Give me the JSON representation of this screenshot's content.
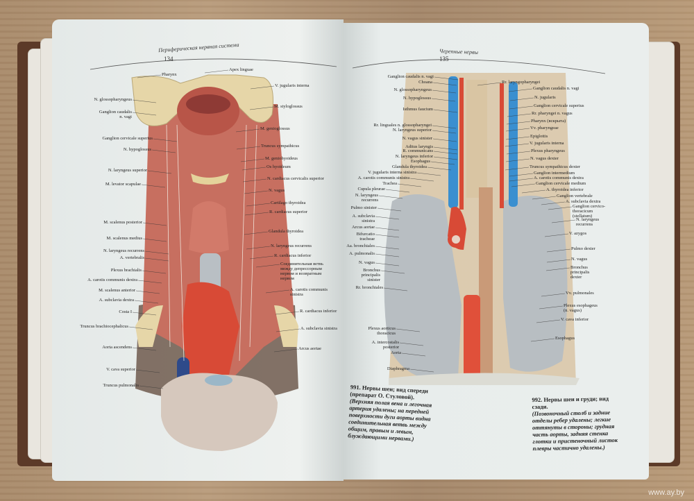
{
  "left_page": {
    "running_head": "Периферическая нервная система",
    "page_number": "134",
    "labels_left": [
      "N. glossopharyngeus",
      "Ganglion caudalis\nn. vagi",
      "Ganglion cervicale superius",
      "N. hypoglossus",
      "N. laryngeus superior",
      "M. levator scapulae",
      "M. scalenus posterior",
      "M. scalenus medius",
      "N. laryngeus recurrens",
      "A. vertebralis",
      "Plexus brachialis",
      "A. carotis communis dextra",
      "M. scalenus anterior",
      "A. subclavia dextra",
      "Costa I",
      "Truncus brachiocephalicus",
      "Aorta ascendens",
      "V. cava superior",
      "Truncus pulmonalis"
    ],
    "labels_right": [
      "Pharynx",
      "Apex linguae",
      "V. jugularis interna",
      "M. styloglossus",
      "M. genioglossus",
      "Truncus sympathicus",
      "M. geniohyoideus",
      "Os hyoideum",
      "N. cardiacus cervicalis superior",
      "N. vagus",
      "Cartilago thyroidea",
      "R. cardiacus superior",
      "Glandula thyroidea",
      "N. laryngeus recurrens",
      "R. cardiacus inferior",
      "Соединительная ветвь\nмежду депрессорным\nнервом и возвратным\nнервом",
      "A. carotis communis\nsinistra",
      "R. cardiacus inferior",
      "A. subclavia sinistra",
      "Arcus aortae"
    ],
    "caption": {
      "title": "991. Нервы шеи; вид спереди",
      "subtitle": "(препарат О. Стуловой).",
      "body": "(Верхняя полая вена и легочная артерия удалены; на передней поверхности дуги аорты видна соединительная ветвь между общим, правым и левым, блуждающими нервами.)"
    }
  },
  "right_page": {
    "running_head": "Черепные нервы",
    "page_number": "135",
    "labels_left": [
      "Ganglion caudalis n. vagi",
      "Choana",
      "N. glossopharyngeus",
      "N. hypoglossus",
      "Isthmus faucium",
      "Rr. linguales n. glossopharyngei",
      "N. laryngeus superior",
      "N. vagus sinister",
      "Aditus laryngis",
      "R. communicans",
      "N. laryngeus inferior",
      "Esophagus",
      "Glandula thyroidea",
      "V. jugularis interna sinistra",
      "A. carotis communis sinistra",
      "Trachea",
      "Cupula pleurae",
      "N. laryngeus\nrecurrens",
      "Pulmo sinister",
      "A. subclavia\nsinistra",
      "Arcus aortae",
      "Bifurcatio\ntracheae",
      "Aa. bronchiales",
      "A. pulmonalis",
      "N. vagus",
      "Bronchus\nprincipalis\nsinister",
      "Rr. bronchiales",
      "Plexus aorticus\nthoracicus",
      "A. intercostalis\nposterior",
      "Aorta",
      "Diaphragma"
    ],
    "labels_right": [
      "Rr. laryngopharyngei",
      "Ganglion caudalis n. vagi",
      "N. jugularis",
      "Ganglion cervicale superius",
      "Rr. pharyngei n. vagus",
      "Pharynx (вскрыта)",
      "Vv. pharyngeae",
      "Epiglottis",
      "V. jugularis interna",
      "Plexus pharyngeus",
      "N. vagus dexter",
      "Truncus sympathicus dexter",
      "Ganglion intermedium",
      "A. carotis communis dextra",
      "Ganglion cervicale medium",
      "A. thyroidea inferior",
      "Ganglion vertebrale",
      "A. subclavia dextra",
      "Ganglion cervico-\nthoracicum\n(stellatum)",
      "N. laryngeus\nrecurrens",
      "V. azygos",
      "Pulmo dexter",
      "N. vagus",
      "Bronchus\nprincipalis\ndexter",
      "Vv. pulmonales",
      "Plexus esophageus\n(n. vagus)",
      "V. cava inferior",
      "Esophagus"
    ],
    "caption": {
      "title": "992. Нервы шеи и груди; вид",
      "subtitle": "сзади.",
      "body": "(Позвоночный столб и задние отделы ребер удалены; легкие оттянуты в стороны; грудная часть аорты, задняя стенка глотки и пристеночный листок плевры частично удалены.)"
    }
  },
  "watermark": "www.ay.by"
}
